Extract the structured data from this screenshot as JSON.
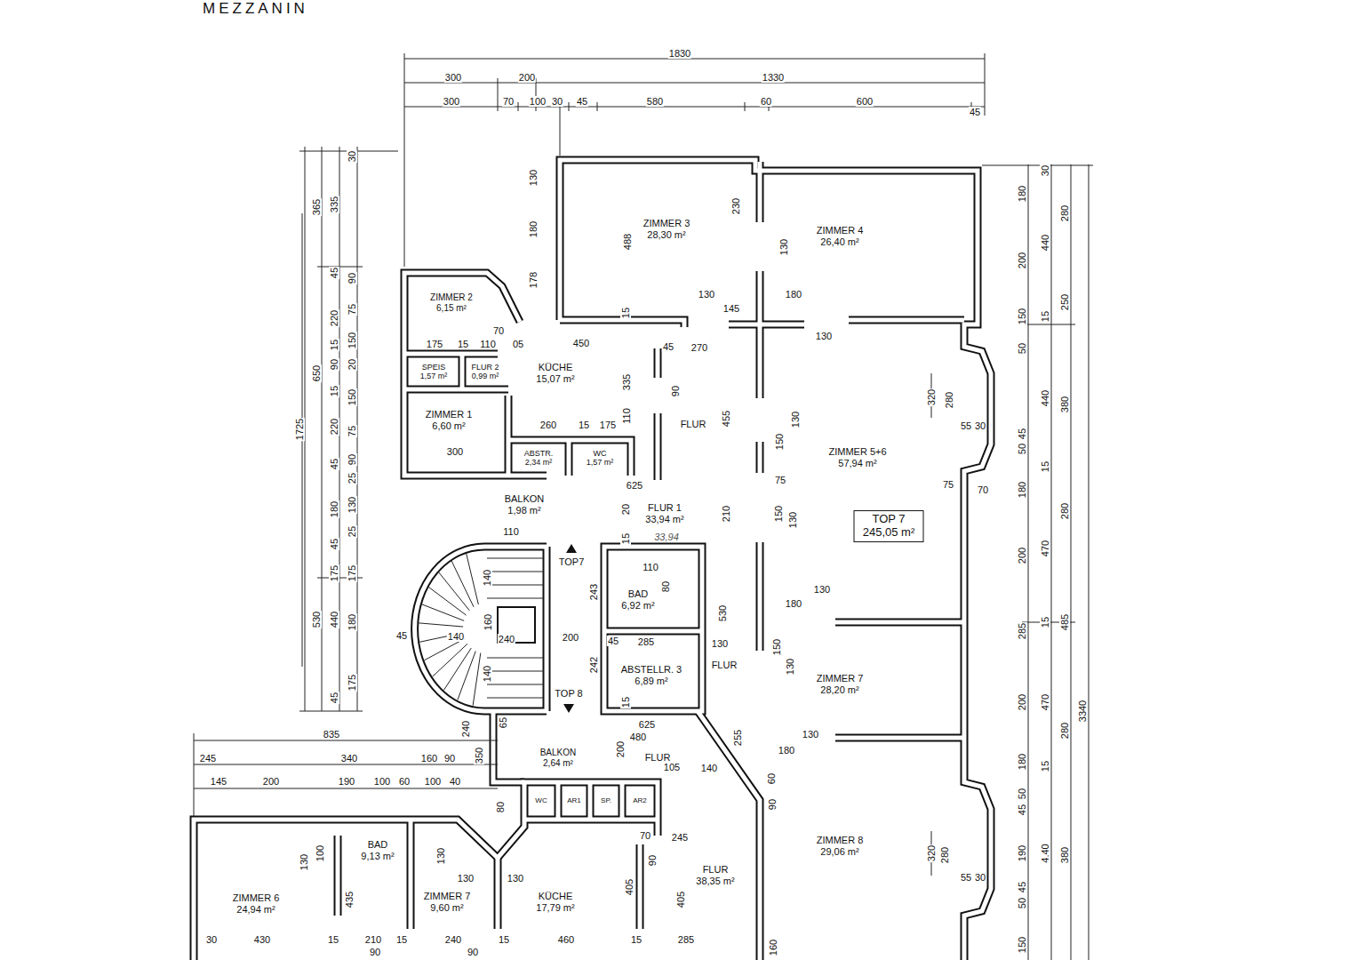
{
  "diagram": {
    "title": "MEZZANIN",
    "nodes": [
      {
        "text": [
          "ZIMMER 3",
          "28,30 m²"
        ]
      },
      {
        "text": [
          "ZIMMER 4",
          "26,40 m²"
        ]
      },
      {
        "text": [
          "ZIMMER 2",
          "6,15 m²"
        ]
      },
      {
        "text": [
          "SPEIS",
          "1,57 m²"
        ]
      },
      {
        "text": [
          "FLUR 2",
          "0,99 m²"
        ]
      },
      {
        "text": [
          "KÜCHE",
          "15,07 m²"
        ]
      },
      {
        "text": [
          "ZIMMER 1",
          "6,60 m²"
        ]
      },
      {
        "text": [
          "ABSTR.",
          "2,34 m²"
        ]
      },
      {
        "text": [
          "WC",
          "1,57 m²"
        ]
      },
      {
        "text": [
          "FLUR"
        ]
      },
      {
        "text": [
          "ZIMMER 5+6",
          "57,94 m²"
        ]
      },
      {
        "text": [
          "BALKON",
          "1,98 m²"
        ]
      },
      {
        "text": [
          "FLUR 1",
          "33,94 m²"
        ]
      },
      {
        "text": [
          "TOP 7",
          "245,05 m²"
        ]
      },
      {
        "text": [
          "BAD",
          "6,92 m²"
        ]
      },
      {
        "text": [
          "ABSTELLR. 3",
          "6,89 m²"
        ]
      },
      {
        "text": [
          "FLUR"
        ]
      },
      {
        "text": [
          "ZIMMER 7",
          "28,20 m²"
        ]
      },
      {
        "text": [
          "BALKON",
          "2,64 m²"
        ]
      },
      {
        "text": [
          "FLUR"
        ]
      },
      {
        "text": [
          "WC"
        ]
      },
      {
        "text": [
          "AR1"
        ]
      },
      {
        "text": [
          "SP."
        ]
      },
      {
        "text": [
          "AR2"
        ]
      },
      {
        "text": [
          "ZIMMER 8",
          "29,06 m²"
        ]
      },
      {
        "text": [
          "FLUR",
          "38,35 m²"
        ]
      },
      {
        "text": [
          "KÜCHE",
          "17,79 m²"
        ]
      },
      {
        "text": [
          "ZIMMER 7",
          "9,60 m²"
        ]
      },
      {
        "text": [
          "BAD",
          "9,13 m²"
        ]
      },
      {
        "text": [
          "ZIMMER 6",
          "24,94 m²"
        ]
      }
    ],
    "labels": [
      "1830",
      "300",
      "200",
      "1330",
      "300",
      "70",
      "100",
      "30",
      "45",
      "580",
      "60",
      "600",
      "45",
      "1725",
      "365",
      "650",
      "530",
      "335",
      "45",
      "220",
      "15",
      "90",
      "15",
      "220",
      "45",
      "180",
      "45",
      "175",
      "440",
      "45",
      "30",
      "90",
      "75",
      "150",
      "20",
      "150",
      "75",
      "90",
      "25",
      "130",
      "25",
      "175",
      "180",
      "175",
      "180",
      "200",
      "150",
      "50",
      "45",
      "50",
      "180",
      "200",
      "285",
      "200",
      "180",
      "50",
      "45",
      "190",
      "45",
      "50",
      "150",
      "30",
      "440",
      "15",
      "440",
      "15",
      "470",
      "15",
      "470",
      "15",
      "4.40",
      "280",
      "250",
      "380",
      "280",
      "485",
      "280",
      "380",
      "3340",
      "130",
      "180",
      "178",
      "230",
      "488",
      "130",
      "15",
      "130",
      "180",
      "145",
      "130",
      "270",
      "45",
      "450",
      "175",
      "15",
      "110",
      "70",
      "05",
      "335",
      "90",
      "130",
      "320",
      "280",
      "55",
      "30",
      "260",
      "15",
      "175",
      "110",
      "625",
      "300",
      "150",
      "75",
      "75",
      "70",
      "455",
      "210",
      "20",
      "150",
      "130",
      "110",
      "15",
      "110",
      "80",
      "243",
      "130",
      "180",
      "530",
      "200",
      "45",
      "285",
      "130",
      "242",
      "150",
      "130",
      "15",
      "140",
      "160",
      "140",
      "240",
      "45",
      "140",
      "625",
      "480",
      "255",
      "130",
      "180",
      "200",
      "105",
      "140",
      "60",
      "90",
      "65",
      "240",
      "350",
      "835",
      "245",
      "340",
      "160",
      "90",
      "145",
      "200",
      "190",
      "100",
      "60",
      "100",
      "40",
      "80",
      "70",
      "245",
      "90",
      "405",
      "405",
      "130",
      "100",
      "130",
      "130",
      "130",
      "435",
      "30",
      "430",
      "15",
      "210",
      "15",
      "240",
      "15",
      "460",
      "15",
      "285",
      "90",
      "90",
      "160",
      "320",
      "280",
      "55",
      "30",
      "TOP7",
      "TOP 8",
      "33,94"
    ]
  }
}
